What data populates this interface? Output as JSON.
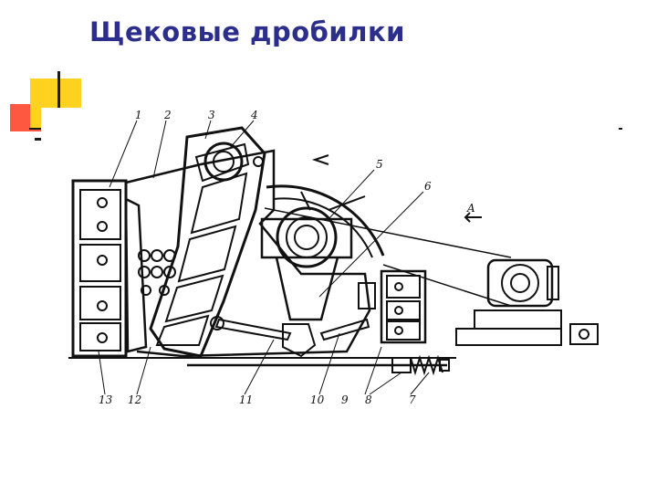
{
  "title": "Щековые дробилки",
  "diagram": {
    "labels": {
      "n1": "1",
      "n2": "2",
      "n3": "3",
      "n4": "4",
      "n5": "5",
      "n6": "6",
      "n7": "7",
      "n8": "8",
      "n9": "9",
      "n10": "10",
      "n11": "11",
      "n12": "12",
      "n13": "13",
      "arrow_a": "A"
    }
  },
  "colors": {
    "title": "#2c2e8c",
    "accent_yellow": "#ffd21f",
    "accent_red": "#ff3b1e"
  }
}
